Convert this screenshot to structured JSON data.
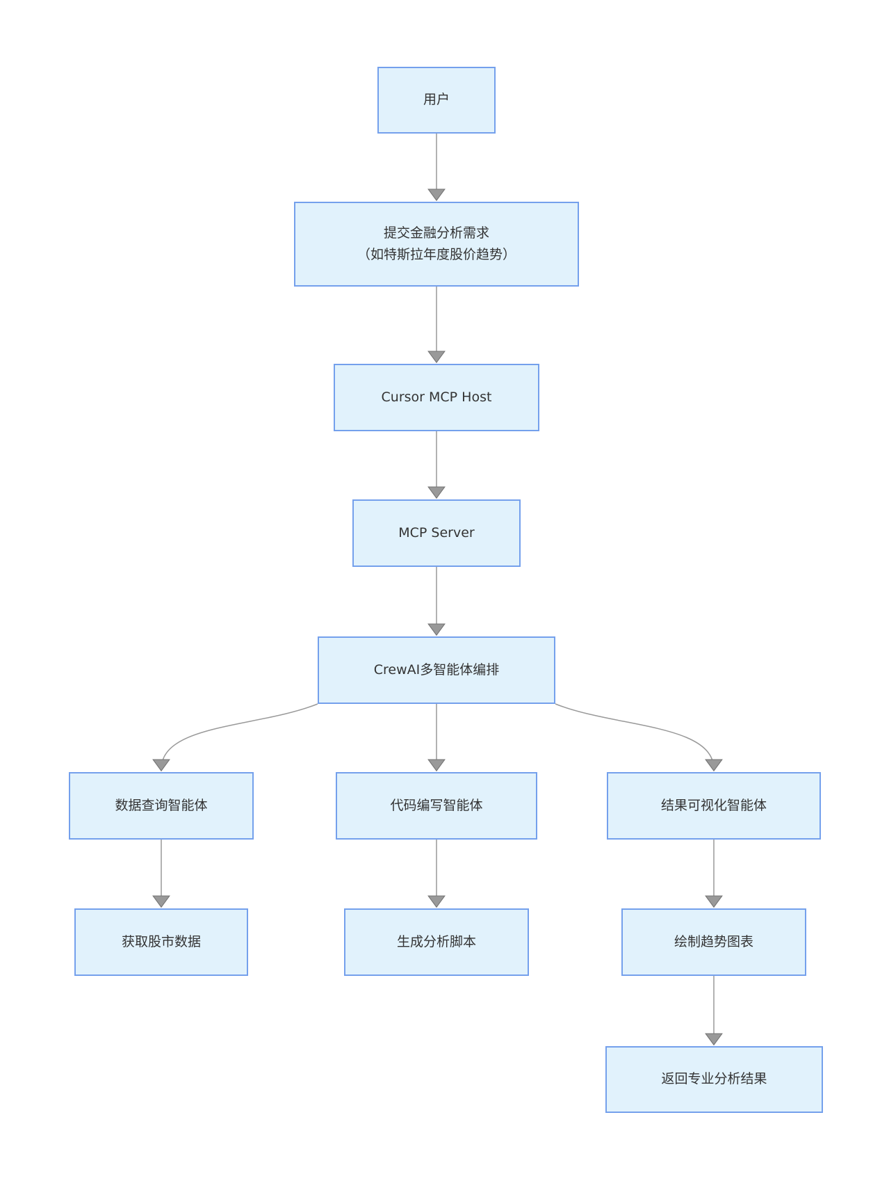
{
  "diagram": {
    "type": "flowchart",
    "direction": "top-down",
    "colors": {
      "node_fill": "#e1f2fc",
      "node_border": "#74a0ec",
      "edge_line": "#999999",
      "arrowhead_fill": "#999999",
      "text": "#333333",
      "background": "#ffffff"
    },
    "nodes": [
      {
        "id": "user",
        "label": "用户"
      },
      {
        "id": "request",
        "label": "提交金融分析需求\n（如特斯拉年度股价趋势）"
      },
      {
        "id": "cursor-host",
        "label": "Cursor MCP Host"
      },
      {
        "id": "mcp-server",
        "label": "MCP Server"
      },
      {
        "id": "crewai",
        "label": "CrewAI多智能体编排"
      },
      {
        "id": "data-agent",
        "label": "数据查询智能体"
      },
      {
        "id": "code-agent",
        "label": "代码编写智能体"
      },
      {
        "id": "viz-agent",
        "label": "结果可视化智能体"
      },
      {
        "id": "fetch-data",
        "label": "获取股市数据"
      },
      {
        "id": "gen-script",
        "label": "生成分析脚本"
      },
      {
        "id": "draw-chart",
        "label": "绘制趋势图表"
      },
      {
        "id": "return-result",
        "label": "返回专业分析结果"
      }
    ],
    "edges": [
      {
        "from": "user",
        "to": "request"
      },
      {
        "from": "request",
        "to": "cursor-host"
      },
      {
        "from": "cursor-host",
        "to": "mcp-server"
      },
      {
        "from": "mcp-server",
        "to": "crewai"
      },
      {
        "from": "crewai",
        "to": "data-agent"
      },
      {
        "from": "crewai",
        "to": "code-agent"
      },
      {
        "from": "crewai",
        "to": "viz-agent"
      },
      {
        "from": "data-agent",
        "to": "fetch-data"
      },
      {
        "from": "code-agent",
        "to": "gen-script"
      },
      {
        "from": "viz-agent",
        "to": "draw-chart"
      },
      {
        "from": "draw-chart",
        "to": "return-result"
      }
    ]
  }
}
